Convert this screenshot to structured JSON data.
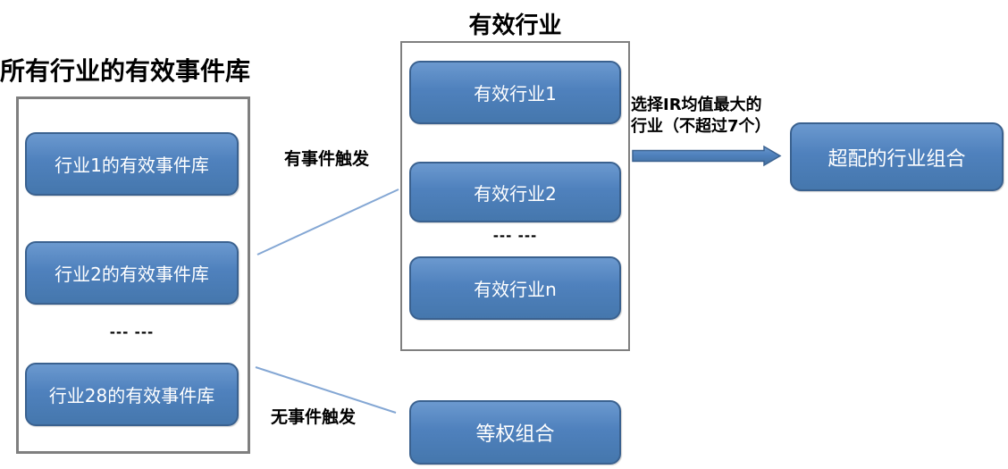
{
  "left_panel": {
    "title": "所有行业的有效事件库",
    "boxes": [
      "行业1的有效事件库",
      "行业2的有效事件库",
      "行业28的有效事件库"
    ],
    "ellipsis": "--- ---"
  },
  "middle_panel": {
    "title": "有效行业",
    "boxes": [
      "有效行业1",
      "有效行业2",
      "有效行业n"
    ],
    "ellipsis": "--- ---"
  },
  "connectors": {
    "event_trigger_label": "有事件触发",
    "no_event_trigger_label": "无事件触发",
    "selection_label_line1": "选择IR均值最大的",
    "selection_label_line2": "行业（不超过7个）"
  },
  "outputs": {
    "overweight_box": "超配的行业组合",
    "equal_weight_box": "等权组合"
  },
  "colors": {
    "box_fill": "#4f81bd",
    "box_border": "#3a618f",
    "connector_line": "#84a7d4",
    "frame_border": "#7f7f7f",
    "arrow_fill": "#4f81bd"
  }
}
